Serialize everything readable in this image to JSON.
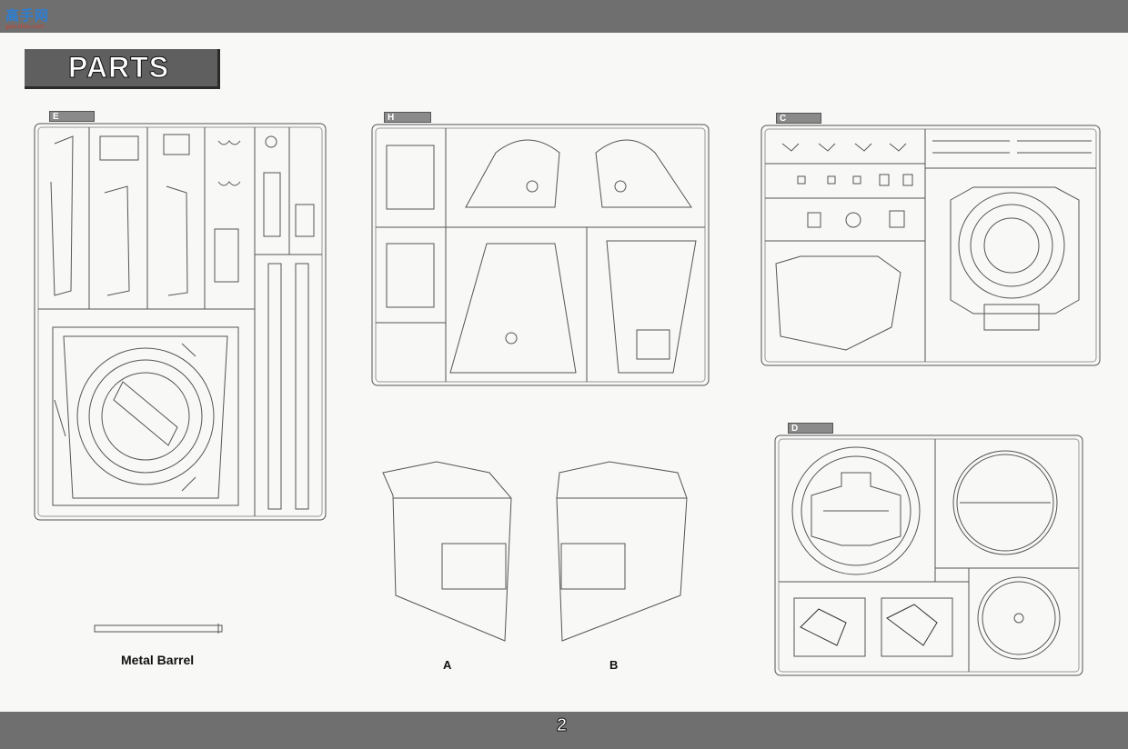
{
  "watermark": {
    "site_name": "高手网",
    "site_url": "gao-shou.com"
  },
  "header": {
    "title": "PARTS"
  },
  "sprues": [
    {
      "letter": "E"
    },
    {
      "letter": "H"
    },
    {
      "letter": "C"
    },
    {
      "letter": "D"
    }
  ],
  "parts": {
    "metal_barrel_label": "Metal Barrel",
    "panel_a_label": "A",
    "panel_b_label": "B"
  },
  "footer": {
    "page_number": "2"
  }
}
